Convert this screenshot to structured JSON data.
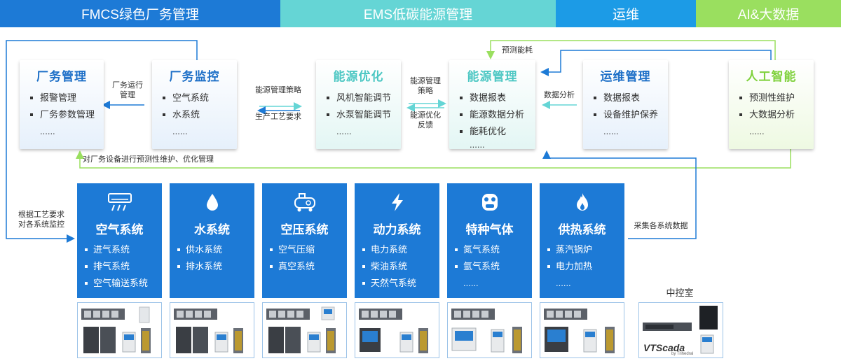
{
  "header": {
    "fmcs": "FMCS绿色厂务管理",
    "ems": "EMS低碳能源管理",
    "ops": "运维",
    "ai": "AI&大数据"
  },
  "modules": [
    {
      "title": "厂务管理",
      "items": [
        "报警管理",
        "厂务参数管理",
        "......"
      ]
    },
    {
      "title": "厂务监控",
      "items": [
        "空气系统",
        "水系统",
        "......"
      ]
    },
    {
      "title": "能源优化",
      "items": [
        "风机智能调节",
        "水泵智能调节",
        "......"
      ]
    },
    {
      "title": "能源管理",
      "items": [
        "数据报表",
        "能源数据分析",
        "能耗优化",
        "......"
      ]
    },
    {
      "title": "运维管理",
      "items": [
        "数据报表",
        "设备维护保养",
        "......"
      ]
    },
    {
      "title": "人工智能",
      "items": [
        "预测性维护",
        "大数据分析",
        "......"
      ]
    }
  ],
  "arrow_labels": {
    "plant_run_mgmt_1": "厂务运行",
    "plant_run_mgmt_2": "管理",
    "energy_strategy": "能源管理策略",
    "process_req": "生产工艺要求",
    "ems_strategy_1": "能源管理",
    "ems_strategy_2": "策略",
    "optimize_feedback_1": "能源优化",
    "optimize_feedback_2": "反馈",
    "data_analysis": "数据分析",
    "predict_energy": "预测能耗",
    "predictive_maint": "对厂务设备进行预测性维护、优化管理",
    "process_monitor_1": "根据工艺要求",
    "process_monitor_2": "对各系统监控",
    "collect_data": "采集各系统数据"
  },
  "systems": [
    {
      "title": "空气系统",
      "icon": "air-conditioner-icon",
      "items": [
        "进气系统",
        "排气系统",
        "空气输送系统"
      ]
    },
    {
      "title": "水系统",
      "icon": "water-drop-icon",
      "items": [
        "供水系统",
        "排水系统"
      ]
    },
    {
      "title": "空压系统",
      "icon": "air-compressor-icon",
      "items": [
        "空气压缩",
        "真空系统"
      ]
    },
    {
      "title": "动力系统",
      "icon": "lightning-icon",
      "items": [
        "电力系统",
        "柴油系统",
        "天然气系统"
      ]
    },
    {
      "title": "特种气体",
      "icon": "gas-mask-icon",
      "items": [
        "氮气系统",
        "氩气系统",
        "......"
      ]
    },
    {
      "title": "供热系统",
      "icon": "flame-icon",
      "items": [
        "蒸汽锅炉",
        "电力加热",
        "......"
      ]
    }
  ],
  "control_room": {
    "title": "中控室",
    "logo": "VTScada",
    "logo_sub": "by Trihedral"
  },
  "colors": {
    "fmcs_blue": "#1d7ad6",
    "ems_teal": "#65d5d5",
    "ops_blue": "#1c9be6",
    "ai_green": "#9adf5f"
  }
}
